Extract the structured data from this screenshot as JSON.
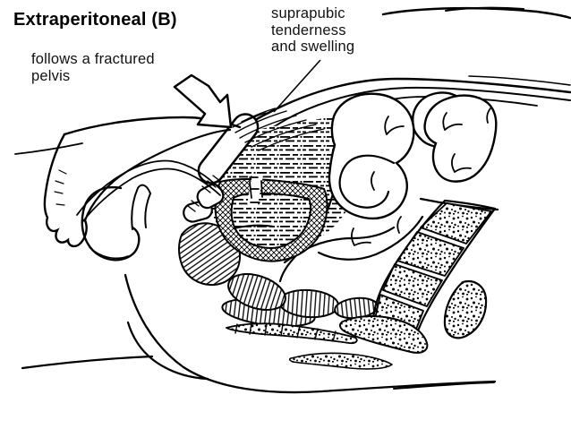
{
  "figure": {
    "title": "Extraperitoneal (B)",
    "labels": {
      "pelvis": [
        "follows a fractured",
        "pelvis"
      ],
      "suprapubic": [
        "suprapubic",
        "tenderness",
        "and swelling"
      ]
    },
    "colors": {
      "ink": "#000000",
      "paper": "#ffffff"
    },
    "icons": {
      "arrow": "block-arrow-pointing-to-fracture-site",
      "leader": "leader-line-to-suprapubic-swelling"
    }
  }
}
